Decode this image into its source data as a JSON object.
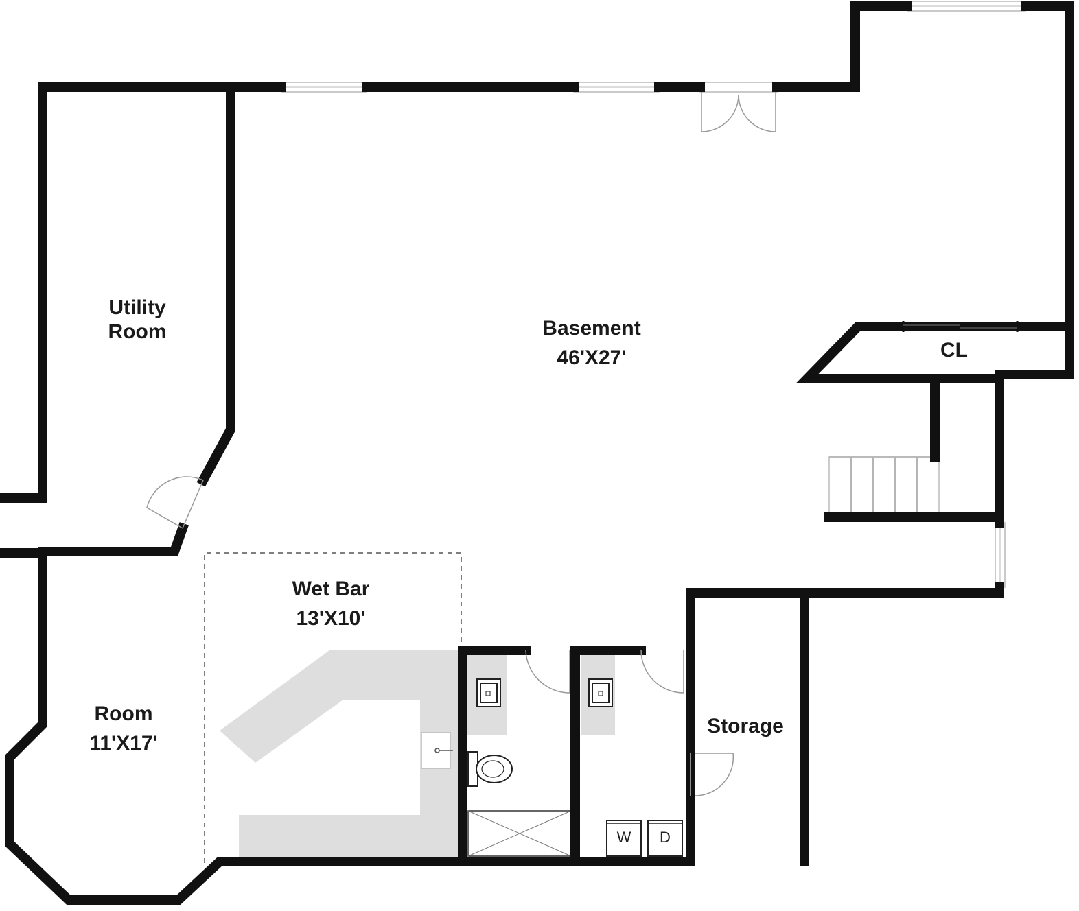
{
  "rooms": {
    "utility": {
      "name_line1": "Utility",
      "name_line2": "Room"
    },
    "basement": {
      "name": "Basement",
      "size": "46'X27'"
    },
    "closet": {
      "name": "CL"
    },
    "wet_bar": {
      "name": "Wet Bar",
      "size": "13'X10'"
    },
    "room": {
      "name": "Room",
      "size": "11'X17'"
    },
    "storage": {
      "name": "Storage"
    }
  },
  "appliances": {
    "washer": "W",
    "dryer": "D"
  },
  "colors": {
    "wall": "#111111",
    "counter": "#dedede",
    "background": "#ffffff"
  },
  "icons": [
    "door-swing-icon",
    "window-icon",
    "toilet-icon",
    "sink-icon",
    "shower-icon",
    "stairs-icon",
    "washer-icon",
    "dryer-icon"
  ]
}
